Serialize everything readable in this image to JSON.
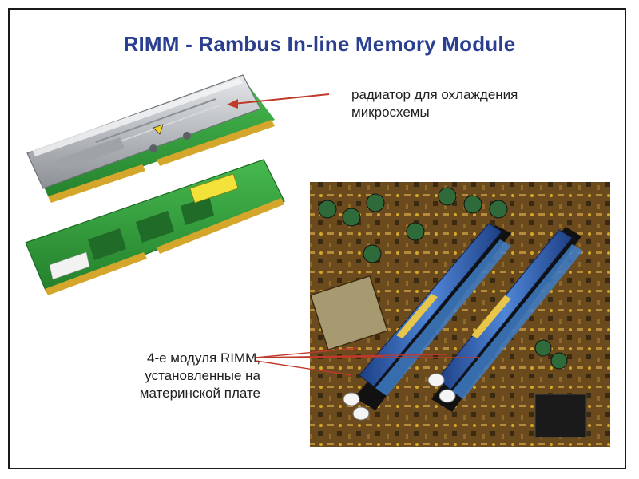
{
  "slide": {
    "title": "RIMM - Rambus In-line Memory Module",
    "labels": {
      "heatsink_line1": "радиатор для охлаждения",
      "heatsink_line2": "микросхемы",
      "modules_line1": "4-е модуля RIMM,",
      "modules_line2": "установленные на",
      "modules_line3": "материнской плате"
    }
  },
  "colors": {
    "title": "#2a3f8f",
    "arrow": "#c0392b",
    "pcb_green": "#2e9e3a",
    "heatsink_silver": "#b8bcc0",
    "gold_contacts": "#d4a72c",
    "module_blue": "#2f5fb0",
    "motherboard_brown": "#6b4a1e"
  }
}
